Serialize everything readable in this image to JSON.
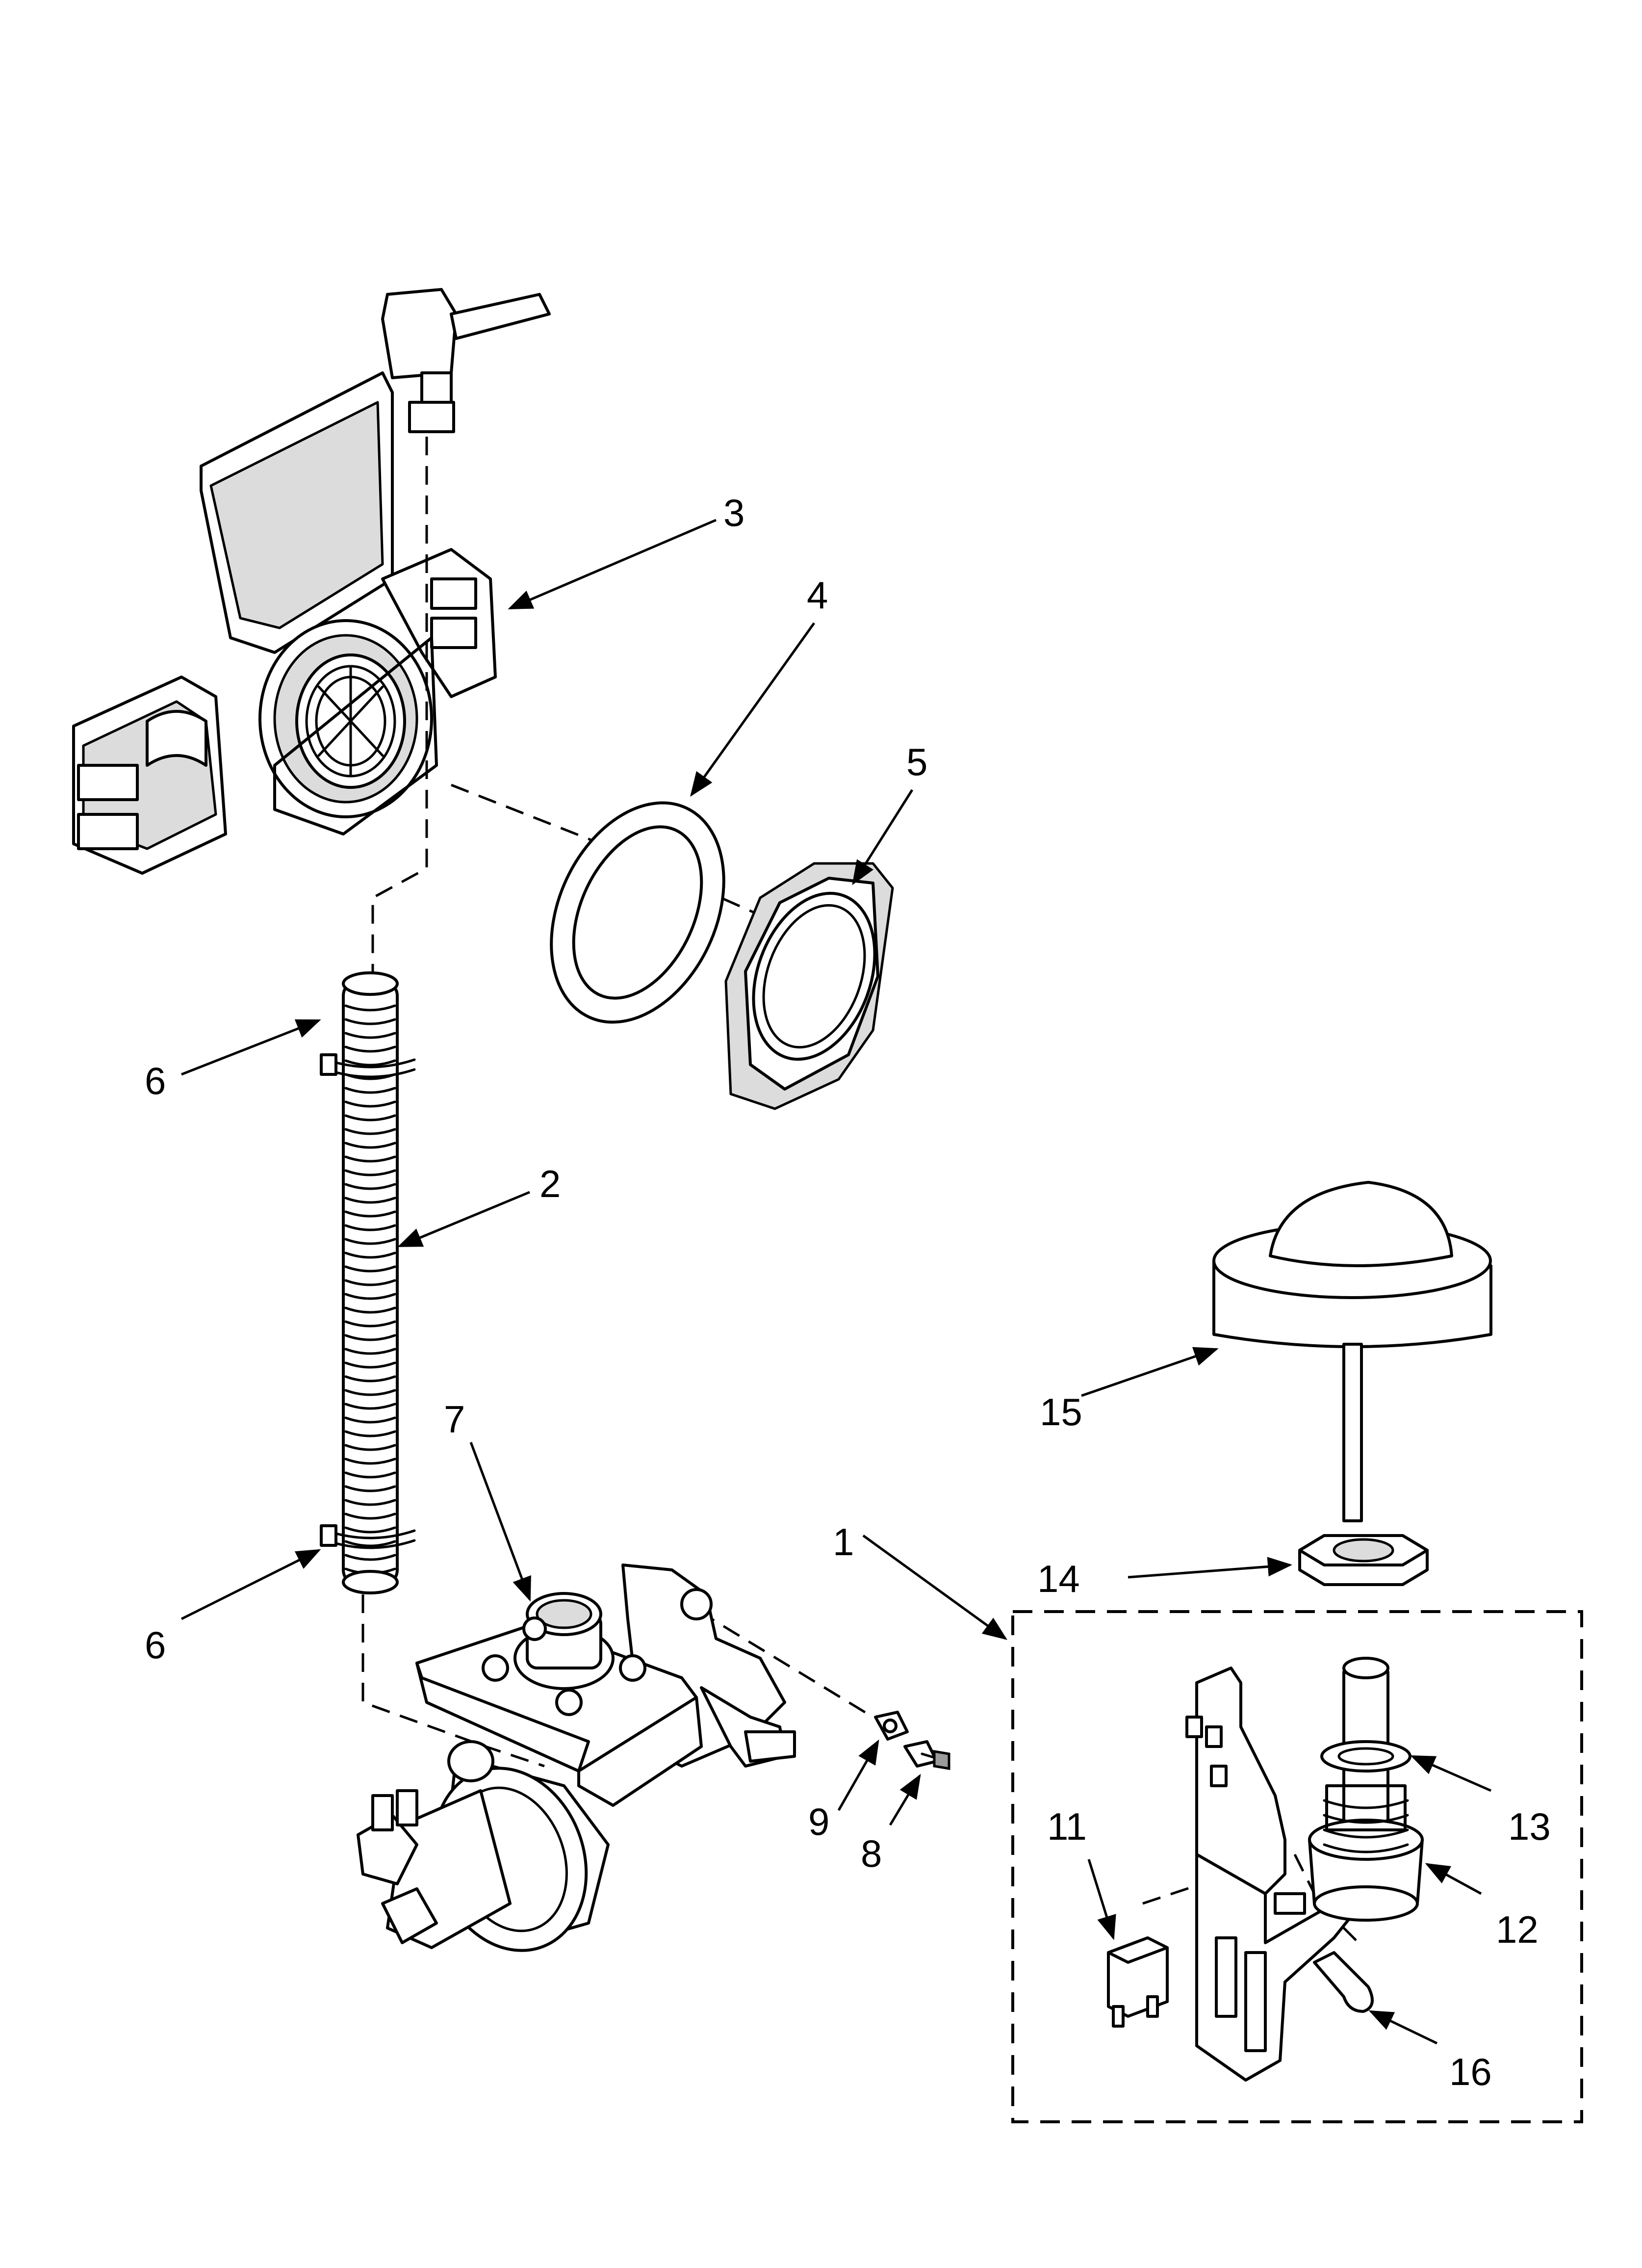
{
  "callouts": [
    {
      "id": "c1",
      "label": "1"
    },
    {
      "id": "c2",
      "label": "2"
    },
    {
      "id": "c3",
      "label": "3"
    },
    {
      "id": "c4",
      "label": "4"
    },
    {
      "id": "c5",
      "label": "5"
    },
    {
      "id": "c6a",
      "label": "6"
    },
    {
      "id": "c6b",
      "label": "6"
    },
    {
      "id": "c7",
      "label": "7"
    },
    {
      "id": "c8",
      "label": "8"
    },
    {
      "id": "c9",
      "label": "9"
    },
    {
      "id": "c11",
      "label": "11"
    },
    {
      "id": "c12",
      "label": "12"
    },
    {
      "id": "c13",
      "label": "13"
    },
    {
      "id": "c14",
      "label": "14"
    },
    {
      "id": "c15",
      "label": "15"
    },
    {
      "id": "c16",
      "label": "16"
    }
  ]
}
